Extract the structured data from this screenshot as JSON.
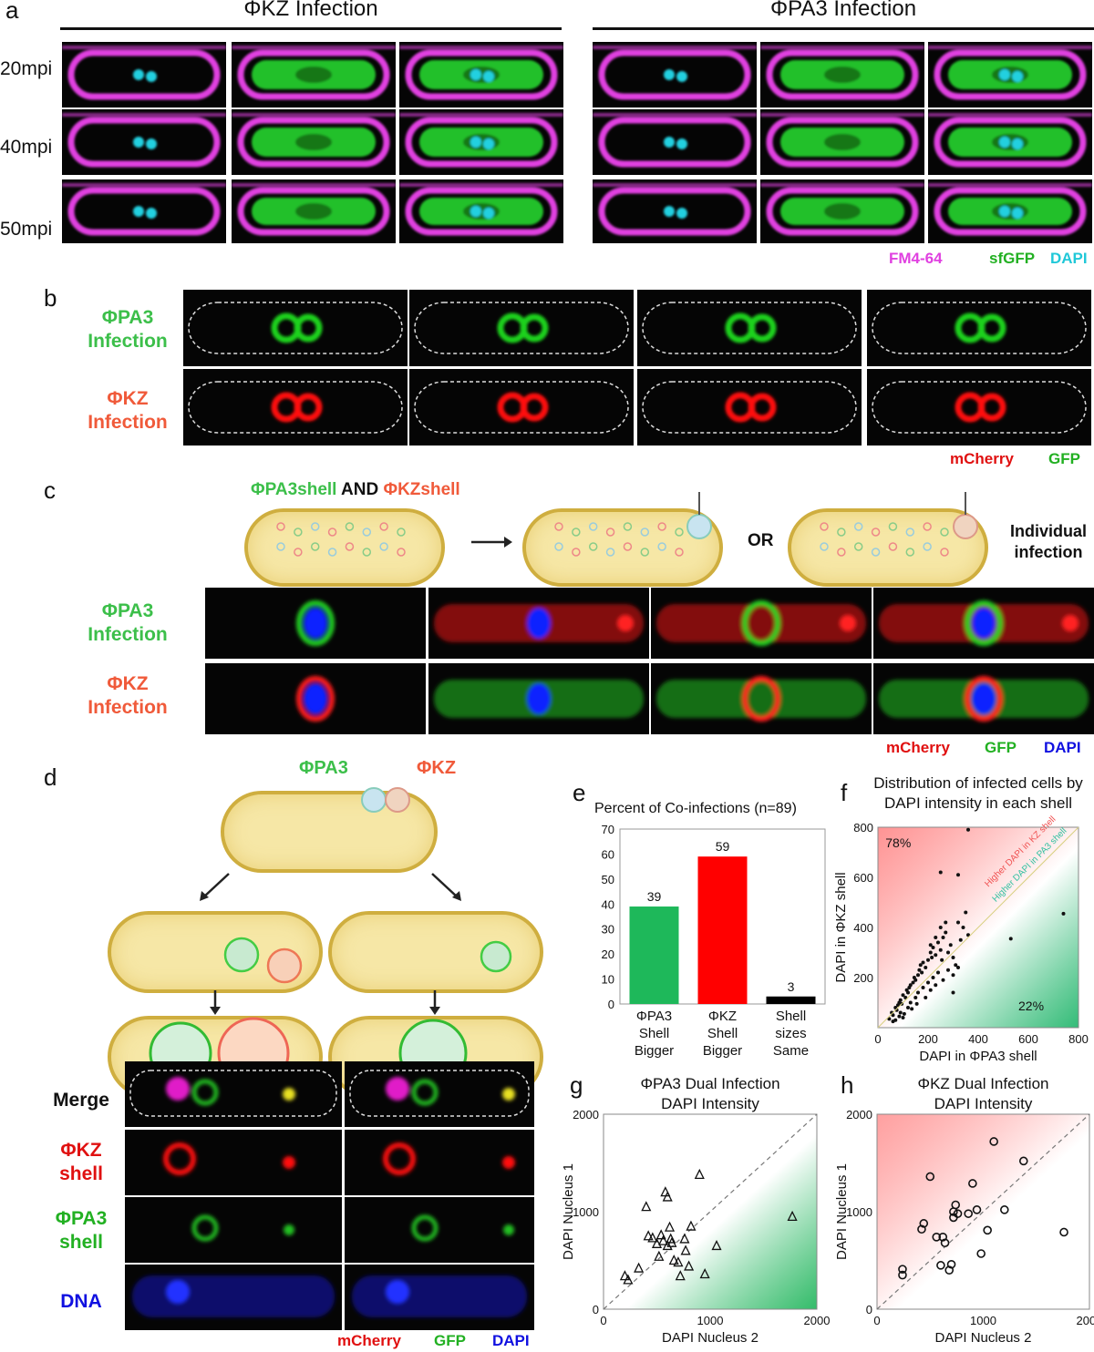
{
  "panel_a": {
    "letter": "a",
    "left_title": "ΦKZ Infection",
    "right_title": "ΦPA3 Infection",
    "rows": [
      "20mpi",
      "40mpi",
      "50mpi"
    ],
    "channels": [
      "FM4-64",
      "sfGFP",
      "DAPI"
    ],
    "colors": {
      "membrane": "#e040e0",
      "gfp": "#22c02a",
      "dapi": "#22d0e0"
    }
  },
  "panel_b": {
    "letter": "b",
    "rows": [
      [
        "ΦPA3",
        "Infection"
      ],
      [
        "ΦKZ",
        "Infection"
      ]
    ],
    "channels": [
      "mCherry",
      "GFP"
    ]
  },
  "panel_c": {
    "letter": "c",
    "heading_pa3": "ΦPA3shell",
    "heading_and": "AND",
    "heading_kz": "ΦKZshell",
    "or_label": "OR",
    "side_label": [
      "Individual",
      "infection"
    ],
    "rows": [
      [
        "ΦPA3",
        "Infection"
      ],
      [
        "ΦKZ",
        "Infection"
      ]
    ],
    "channels": [
      "mCherry",
      "GFP",
      "DAPI"
    ]
  },
  "panel_d": {
    "letter": "d",
    "phage_pa3": "ΦPA3",
    "phage_kz": "ΦKZ",
    "rows": [
      [
        "Merge"
      ],
      [
        "ΦKZ",
        "shell"
      ],
      [
        "ΦPA3",
        "shell"
      ],
      [
        "DNA"
      ]
    ],
    "channels": [
      "mCherry",
      "GFP",
      "DAPI"
    ]
  },
  "chart_data": [
    {
      "panel": "e",
      "type": "bar",
      "title": "Percent of Co-infections (n=89)",
      "categories": [
        [
          "ΦPA3",
          "Shell",
          "Bigger"
        ],
        [
          "ΦKZ",
          "Shell",
          "Bigger"
        ],
        [
          "Shell",
          "sizes",
          "Same"
        ]
      ],
      "values": [
        39,
        59,
        3
      ],
      "colors": [
        "#1eb85a",
        "#ff0000",
        "#000000"
      ],
      "ylim": [
        0,
        70
      ],
      "yticks": [
        0,
        10,
        20,
        30,
        40,
        50,
        60,
        70
      ]
    },
    {
      "panel": "f",
      "type": "scatter",
      "title": [
        "Distribution of infected cells by",
        "DAPI intensity in each shell"
      ],
      "xlabel": "DAPI in ΦPA3 shell",
      "ylabel": "DAPI in ΦKZ shell",
      "xlim": [
        0,
        800
      ],
      "ylim": [
        0,
        800
      ],
      "xticks": [
        0,
        200,
        400,
        600,
        800
      ],
      "yticks": [
        200,
        400,
        600,
        800
      ],
      "annotations": [
        "78%",
        "22%",
        "Higher DAPI in KZ shell",
        "Higher DAPI in PA3 shell"
      ],
      "points": [
        [
          45,
          35
        ],
        [
          55,
          60
        ],
        [
          60,
          50
        ],
        [
          70,
          80
        ],
        [
          75,
          70
        ],
        [
          80,
          90
        ],
        [
          85,
          100
        ],
        [
          90,
          110
        ],
        [
          95,
          95
        ],
        [
          100,
          130
        ],
        [
          110,
          120
        ],
        [
          115,
          150
        ],
        [
          120,
          140
        ],
        [
          125,
          160
        ],
        [
          130,
          170
        ],
        [
          140,
          180
        ],
        [
          145,
          200
        ],
        [
          150,
          190
        ],
        [
          160,
          210
        ],
        [
          165,
          230
        ],
        [
          170,
          250
        ],
        [
          175,
          220
        ],
        [
          180,
          260
        ],
        [
          190,
          240
        ],
        [
          200,
          270
        ],
        [
          210,
          300
        ],
        [
          215,
          280
        ],
        [
          220,
          320
        ],
        [
          230,
          290
        ],
        [
          240,
          340
        ],
        [
          250,
          310
        ],
        [
          255,
          270
        ],
        [
          260,
          360
        ],
        [
          270,
          380
        ],
        [
          280,
          300
        ],
        [
          290,
          330
        ],
        [
          300,
          280
        ],
        [
          310,
          250
        ],
        [
          320,
          420
        ],
        [
          330,
          350
        ],
        [
          340,
          400
        ],
        [
          350,
          460
        ],
        [
          360,
          370
        ],
        [
          250,
          620
        ],
        [
          320,
          610
        ],
        [
          360,
          790
        ],
        [
          300,
          140
        ],
        [
          530,
          355
        ],
        [
          740,
          455
        ],
        [
          90,
          60
        ],
        [
          100,
          40
        ],
        [
          120,
          80
        ],
        [
          130,
          100
        ],
        [
          150,
          120
        ],
        [
          160,
          140
        ],
        [
          180,
          160
        ],
        [
          200,
          180
        ],
        [
          220,
          200
        ],
        [
          240,
          220
        ],
        [
          60,
          25
        ],
        [
          70,
          30
        ],
        [
          85,
          45
        ],
        [
          105,
          55
        ],
        [
          135,
          75
        ],
        [
          155,
          95
        ],
        [
          190,
          120
        ],
        [
          210,
          150
        ],
        [
          230,
          170
        ],
        [
          260,
          190
        ],
        [
          280,
          230
        ],
        [
          300,
          210
        ],
        [
          320,
          240
        ],
        [
          210,
          330
        ],
        [
          230,
          360
        ],
        [
          250,
          400
        ],
        [
          270,
          420
        ]
      ]
    },
    {
      "panel": "g",
      "type": "scatter",
      "title": [
        "ΦPA3 Dual Infection",
        "DAPI Intensity"
      ],
      "xlabel": "DAPI Nucleus 2",
      "ylabel": "DAPI Nucleus 1",
      "xlim": [
        0,
        2000
      ],
      "ylim": [
        0,
        2000
      ],
      "ticks": [
        0,
        1000,
        2000
      ],
      "marker": "triangle",
      "points": [
        [
          200,
          340
        ],
        [
          230,
          300
        ],
        [
          330,
          420
        ],
        [
          400,
          1050
        ],
        [
          420,
          750
        ],
        [
          460,
          730
        ],
        [
          500,
          670
        ],
        [
          520,
          540
        ],
        [
          540,
          760
        ],
        [
          560,
          700
        ],
        [
          580,
          1200
        ],
        [
          600,
          1150
        ],
        [
          600,
          650
        ],
        [
          620,
          840
        ],
        [
          630,
          720
        ],
        [
          640,
          680
        ],
        [
          660,
          500
        ],
        [
          700,
          480
        ],
        [
          720,
          340
        ],
        [
          760,
          720
        ],
        [
          770,
          600
        ],
        [
          800,
          440
        ],
        [
          820,
          850
        ],
        [
          900,
          1380
        ],
        [
          950,
          360
        ],
        [
          1060,
          650
        ],
        [
          1770,
          950
        ]
      ]
    },
    {
      "panel": "h",
      "type": "scatter",
      "title": [
        "ΦKZ Dual Infection",
        "DAPI Intensity"
      ],
      "xlabel": "DAPI Nucleus 2",
      "ylabel": "DAPI Nucleus 1",
      "xlim": [
        0,
        2000
      ],
      "ylim": [
        0,
        2000
      ],
      "ticks": [
        0,
        1000,
        2000
      ],
      "marker": "circle",
      "points": [
        [
          240,
          410
        ],
        [
          240,
          350
        ],
        [
          420,
          820
        ],
        [
          440,
          880
        ],
        [
          500,
          1360
        ],
        [
          560,
          740
        ],
        [
          600,
          450
        ],
        [
          620,
          740
        ],
        [
          640,
          680
        ],
        [
          680,
          400
        ],
        [
          700,
          460
        ],
        [
          720,
          1000
        ],
        [
          720,
          940
        ],
        [
          740,
          1070
        ],
        [
          760,
          980
        ],
        [
          860,
          980
        ],
        [
          900,
          1290
        ],
        [
          940,
          1020
        ],
        [
          980,
          570
        ],
        [
          1040,
          810
        ],
        [
          1100,
          1720
        ],
        [
          1200,
          1020
        ],
        [
          1380,
          1520
        ],
        [
          1760,
          790
        ]
      ]
    }
  ]
}
